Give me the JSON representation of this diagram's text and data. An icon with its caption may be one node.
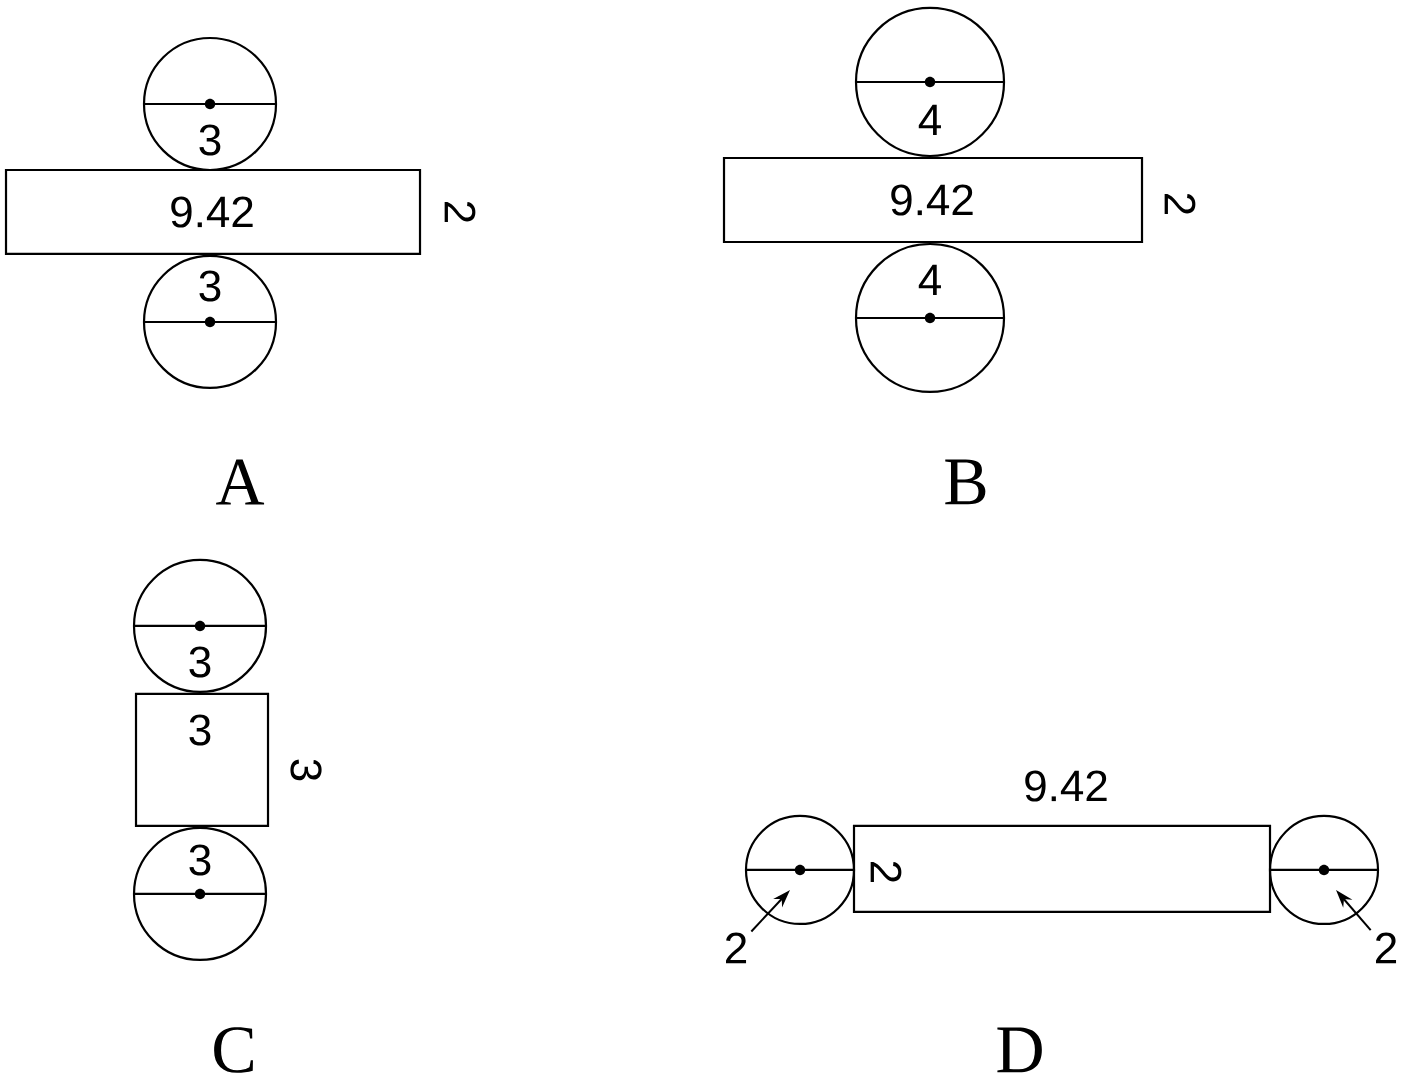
{
  "diagram": {
    "nodes": [
      {
        "text": [
          "3"
        ]
      },
      {
        "text": [
          "9.42"
        ],
        "beside": [
          "2"
        ]
      },
      {
        "text": [
          "3"
        ]
      },
      {
        "text": [
          "4"
        ]
      },
      {
        "text": [
          "9.42"
        ],
        "beside": [
          "2"
        ]
      },
      {
        "text": [
          "4"
        ]
      },
      {
        "text": [
          "3"
        ]
      },
      {
        "text": [
          "3"
        ],
        "beside": [
          "3"
        ]
      },
      {
        "text": [
          "3"
        ]
      },
      {
        "text": [],
        "shape": "circle"
      },
      {
        "text": [
          "9.42",
          "2"
        ]
      },
      {
        "text": [],
        "shape": "circle"
      },
      {
        "text": [
          "2"
        ]
      },
      {
        "text": [
          "2"
        ]
      }
    ],
    "edges": [
      {
        "from": 12,
        "to": 9,
        "arrow": "to"
      },
      {
        "from": 13,
        "to": 11,
        "arrow": "to"
      }
    ],
    "labels": [
      "A",
      "B",
      "C",
      "D"
    ]
  }
}
